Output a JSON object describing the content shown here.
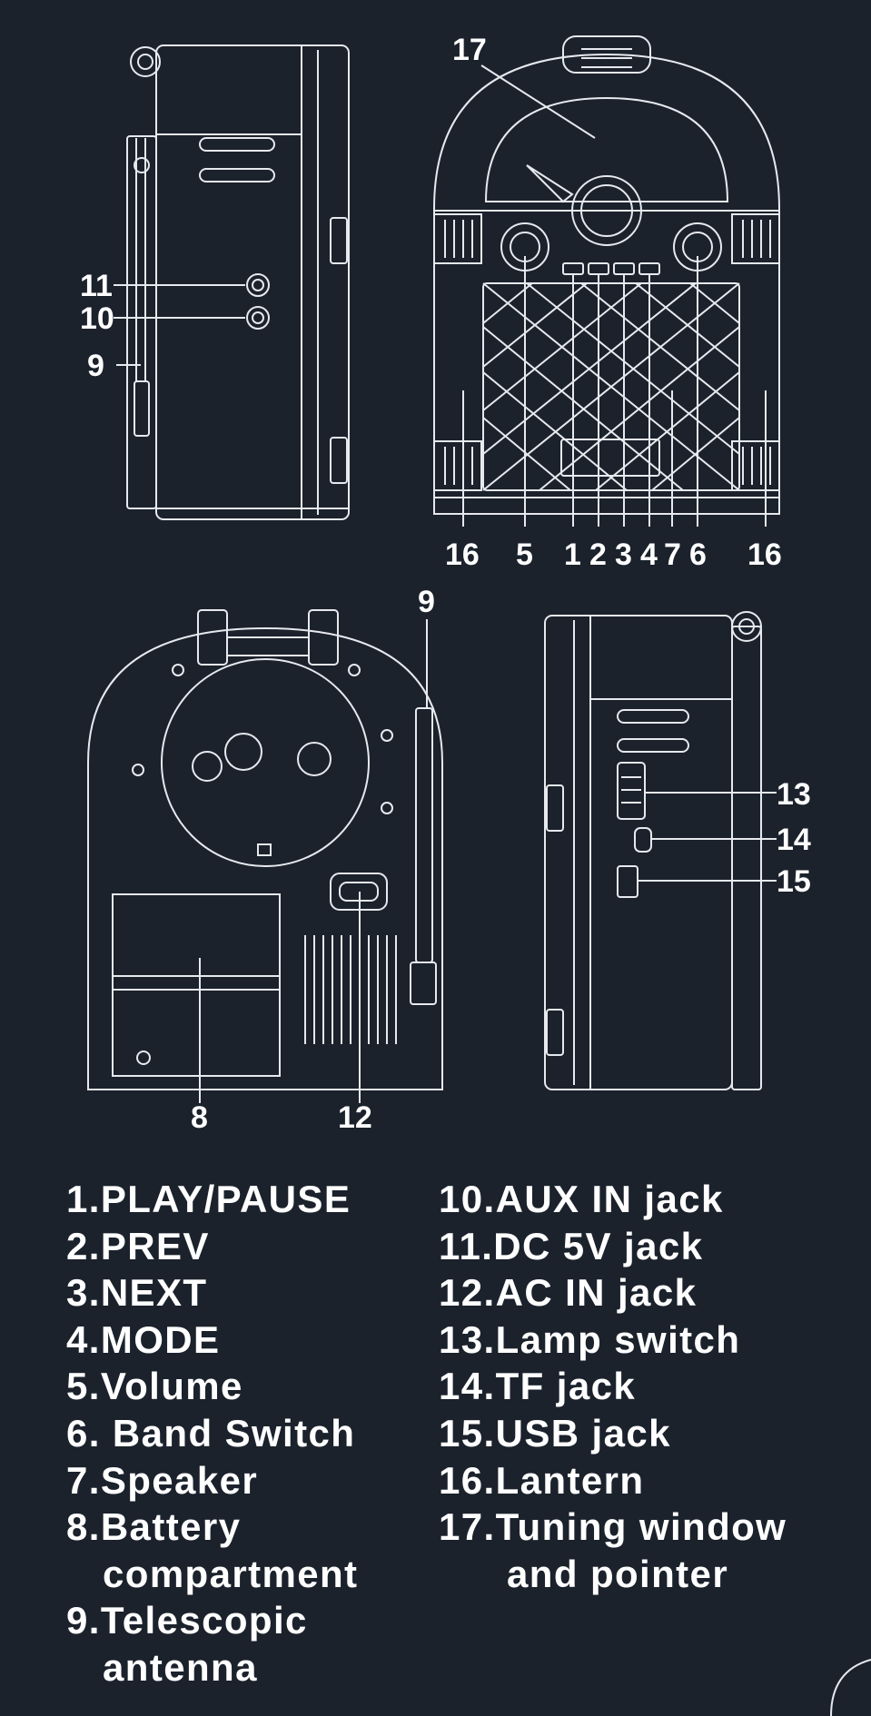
{
  "callouts": {
    "side_left": [
      "11",
      "10",
      "9"
    ],
    "front": [
      "17",
      "16",
      "5",
      "1",
      "2",
      "3",
      "4",
      "7",
      "6",
      "16"
    ],
    "back": [
      "9",
      "8",
      "12"
    ],
    "side_right": [
      "13",
      "14",
      "15"
    ]
  },
  "legend": {
    "left": [
      {
        "label": "1.PLAY/PAUSE"
      },
      {
        "label": "2.PREV"
      },
      {
        "label": "3.NEXT"
      },
      {
        "label": "4.MODE"
      },
      {
        "label": "5.Volume"
      },
      {
        "label": "6. Band Switch"
      },
      {
        "label": "7.Speaker"
      },
      {
        "label": "8.Battery",
        "cont": "compartment"
      },
      {
        "label": "9.Telescopic",
        "cont": "antenna"
      }
    ],
    "right": [
      {
        "label": "10.AUX IN jack"
      },
      {
        "label": "11.DC 5V jack"
      },
      {
        "label": "12.AC IN jack"
      },
      {
        "label": "13.Lamp switch"
      },
      {
        "label": "14.TF  jack"
      },
      {
        "label": "15.USB  jack"
      },
      {
        "label": "16.Lantern"
      },
      {
        "label": "17.Tuning window",
        "cont": "and pointer"
      }
    ]
  },
  "colors": {
    "background": "#1b222c",
    "line": "#e6e9ee",
    "text": "#ffffff"
  }
}
